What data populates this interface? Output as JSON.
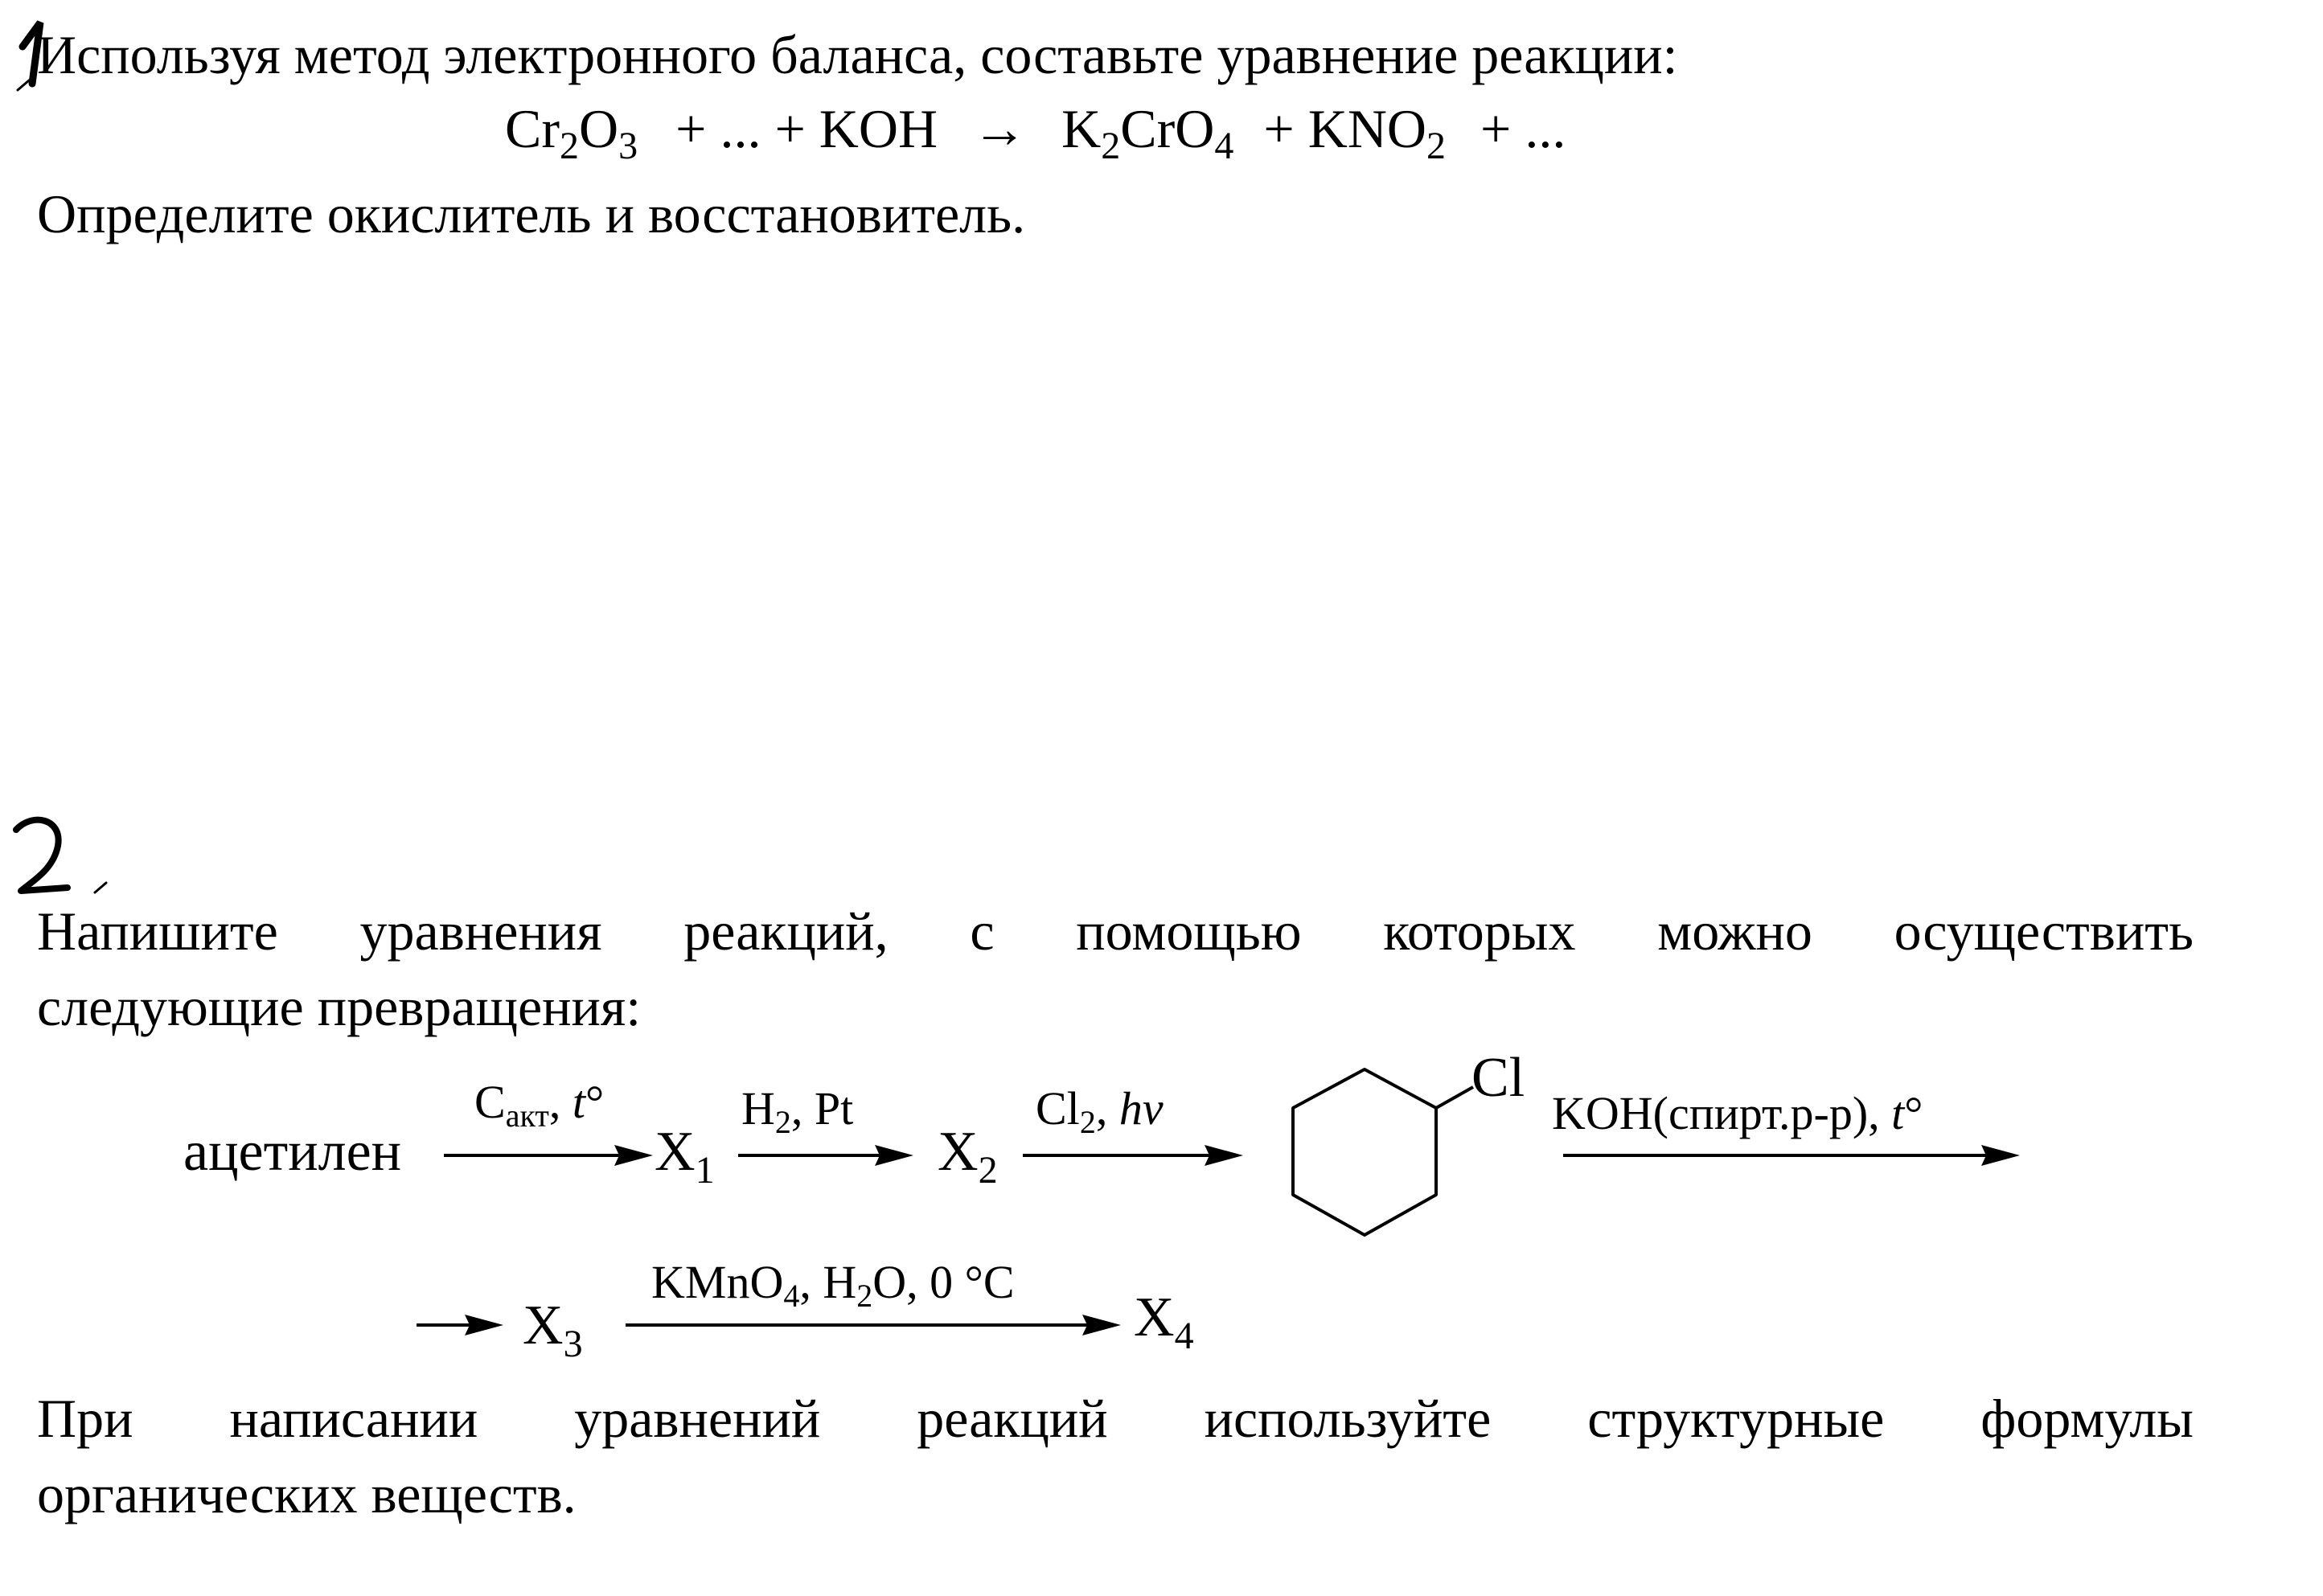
{
  "task1": {
    "number_mark": "1",
    "intro": "Используя метод электронного баланса, составьте уравнение реакции:",
    "equation": {
      "cr": "Cr",
      "cr_sub": "2",
      "o": "O",
      "o_sub": "3",
      "plus1": "+ ... + KOH",
      "arrow": "→",
      "k": "K",
      "k_sub": "2",
      "cro": "CrO",
      "cro_sub": "4",
      "plus2": "+ KNO",
      "no_sub": "2",
      "plus3": "+ ..."
    },
    "question": "Определите окислитель и восстановитель."
  },
  "task2": {
    "number_mark": "2",
    "intro_line1": "Напишите уравнения реакций, с помощью которых можно осуществить",
    "intro_line2": "следующие превращения:",
    "scheme": {
      "start": "ацетилен",
      "cond1": {
        "c": "C",
        "c_sub": "акт",
        "sep": ", ",
        "t": "t",
        "deg": "°"
      },
      "x1": "X",
      "x1_sub": "1",
      "cond2": {
        "h": "H",
        "h_sub": "2",
        "rest": ", Pt"
      },
      "x2": "X",
      "x2_sub": "2",
      "cond3": {
        "cl": "Cl",
        "cl_sub": "2",
        "sep": ", ",
        "hv": "hν"
      },
      "cl_label": "Cl",
      "cond4": {
        "koh": "KOH(спирт.р-р), ",
        "t": "t",
        "deg": "°"
      },
      "x3": "X",
      "x3_sub": "3",
      "cond5": {
        "kmno": "KMnO",
        "kmno_sub": "4",
        "h": ", H",
        "h_sub": "2",
        "rest": "O, 0 °C"
      },
      "x4": "X",
      "x4_sub": "4"
    },
    "footer_line1": "При написании уравнений реакций используйте структурные формулы",
    "footer_line2": "органических веществ."
  }
}
